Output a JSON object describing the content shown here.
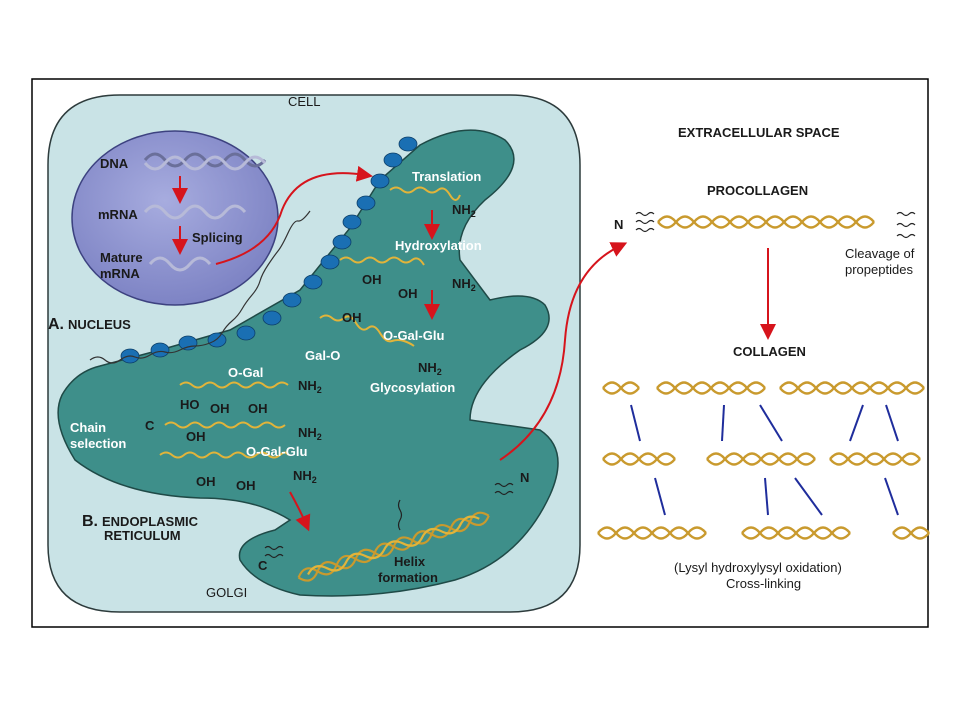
{
  "cell": {
    "label": "CELL",
    "golgi": "GOLGI"
  },
  "nucleus": {
    "letter": "A.",
    "title": "NUCLEUS",
    "dna": "DNA",
    "mrna": "mRNA",
    "splicing": "Splicing",
    "mature_line1": "Mature",
    "mature_line2": "mRNA"
  },
  "er": {
    "letter": "B.",
    "title_line1": "ENDOPLASMIC",
    "title_line2": "RETICULUM",
    "translation": "Translation",
    "hydroxylation": "Hydroxylation",
    "glycosylation": "Glycosylation",
    "chain_selection_line1": "Chain",
    "chain_selection_line2": "selection",
    "helix_line1": "Helix",
    "helix_line2": "formation",
    "oh": "OH",
    "ho": "HO",
    "nh": "NH",
    "nh_sub": "2",
    "o_gal": "O-Gal",
    "o_gal_glu": "O-Gal-Glu",
    "gal_o": "Gal-O",
    "c": "C",
    "n": "N"
  },
  "extracellular": {
    "title": "EXTRACELLULAR SPACE",
    "procollagen": "PROCOLLAGEN",
    "n": "N",
    "cleavage_line1": "Cleavage of",
    "cleavage_line2": "propeptides",
    "collagen": "COLLAGEN",
    "crosslink_line1": "(Lysyl hydroxylysyl oxidation)",
    "crosslink_line2": "Cross-linking"
  },
  "colors": {
    "cell_fill": "#c9e3e6",
    "er_fill": "#3e8f8a",
    "nucleus_fill": "#8d93cf",
    "helix_gold": "#c99a2e",
    "arrow_red": "#d6141c",
    "ribosome_blue": "#1a6fb3",
    "crosslink_blue": "#1f2d9c"
  }
}
